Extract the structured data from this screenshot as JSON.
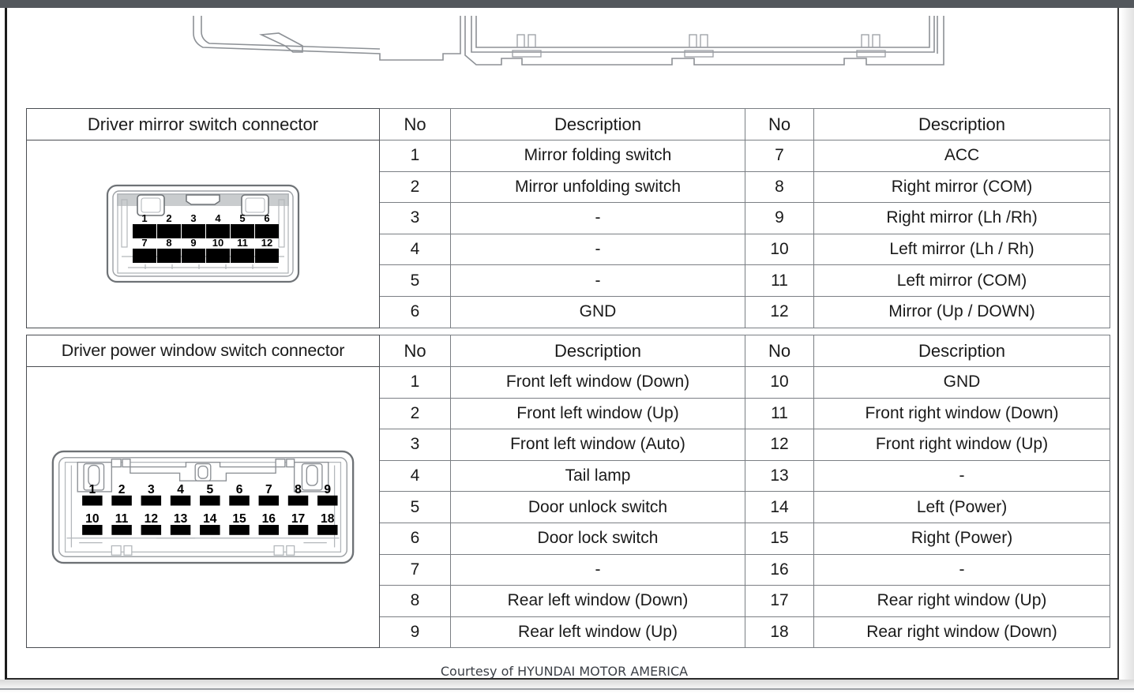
{
  "page": {
    "footer_note": "Courtesy of HYUNDAI MOTOR AMERICA"
  },
  "tables": [
    {
      "id": "driver-mirror-switch-connector",
      "title": "Driver mirror switch connector",
      "headers": [
        "No",
        "Description",
        "No",
        "Description"
      ],
      "connector": {
        "name": "12-pin-connector-diagram",
        "pin_count": 12,
        "top_row_pins": [
          "1",
          "2",
          "3",
          "4",
          "5",
          "6"
        ],
        "bottom_row_pins": [
          "7",
          "8",
          "9",
          "10",
          "11",
          "12"
        ]
      },
      "rows": [
        {
          "no_left": "1",
          "desc_left": "Mirror folding switch",
          "no_right": "7",
          "desc_right": "ACC"
        },
        {
          "no_left": "2",
          "desc_left": "Mirror unfolding switch",
          "no_right": "8",
          "desc_right": "Right mirror (COM)"
        },
        {
          "no_left": "3",
          "desc_left": "-",
          "no_right": "9",
          "desc_right": "Right mirror (Lh /Rh)"
        },
        {
          "no_left": "4",
          "desc_left": "-",
          "no_right": "10",
          "desc_right": "Left mirror (Lh / Rh)"
        },
        {
          "no_left": "5",
          "desc_left": "-",
          "no_right": "11",
          "desc_right": "Left mirror (COM)"
        },
        {
          "no_left": "6",
          "desc_left": "GND",
          "no_right": "12",
          "desc_right": "Mirror (Up / DOWN)"
        }
      ]
    },
    {
      "id": "driver-power-window-switch-connector",
      "title": "Driver power window switch connector",
      "headers": [
        "No",
        "Description",
        "No",
        "Description"
      ],
      "connector": {
        "name": "18-pin-connector-diagram",
        "pin_count": 18,
        "top_row_pins": [
          "1",
          "2",
          "3",
          "4",
          "5",
          "6",
          "7",
          "8",
          "9"
        ],
        "bottom_row_pins": [
          "10",
          "11",
          "12",
          "13",
          "14",
          "15",
          "16",
          "17",
          "18"
        ]
      },
      "rows": [
        {
          "no_left": "1",
          "desc_left": "Front left window (Down)",
          "no_right": "10",
          "desc_right": "GND"
        },
        {
          "no_left": "2",
          "desc_left": "Front left window (Up)",
          "no_right": "11",
          "desc_right": "Front right window (Down)"
        },
        {
          "no_left": "3",
          "desc_left": "Front left window (Auto)",
          "no_right": "12",
          "desc_right": "Front right window (Up)"
        },
        {
          "no_left": "4",
          "desc_left": "Tail lamp",
          "no_right": "13",
          "desc_right": "-"
        },
        {
          "no_left": "5",
          "desc_left": "Door unlock switch",
          "no_right": "14",
          "desc_right": "Left (Power)"
        },
        {
          "no_left": "6",
          "desc_left": "Door lock switch",
          "no_right": "15",
          "desc_right": "Right (Power)"
        },
        {
          "no_left": "7",
          "desc_left": "-",
          "no_right": "16",
          "desc_right": "-"
        },
        {
          "no_left": "8",
          "desc_left": "Rear left window (Down)",
          "no_right": "17",
          "desc_right": "Rear right window (Up)"
        },
        {
          "no_left": "9",
          "desc_left": "Rear left window (Up)",
          "no_right": "18",
          "desc_right": "Rear right window (Down)"
        }
      ]
    }
  ],
  "colors": {
    "top_band": "#53575c",
    "table_border": "#7b7f84",
    "text": "#1a1a1a",
    "footer_text": "#3b3f46",
    "connector_shell": "#8d9196",
    "pin_fill": "#000000"
  }
}
